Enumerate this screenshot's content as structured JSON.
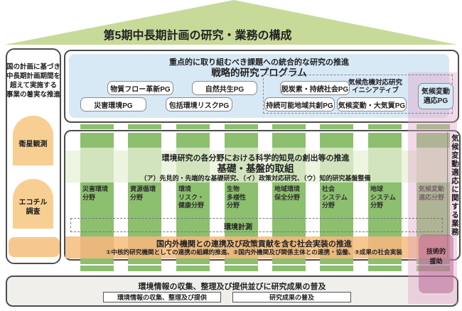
{
  "title": "第5期中長期計画の研究・業務の構成",
  "sidebar": {
    "heading": "国の計画に基づき\n中長期計画期間を\n超えて実施する\n事業の着実な推進",
    "items": [
      {
        "label": "衛星観測"
      },
      {
        "label": "エコチル\n調査"
      }
    ]
  },
  "strategic": {
    "heading1": "重点的に取り組むべき課題への統合的な研究の推進",
    "heading2": "戦略的研究プログラム",
    "programs": [
      {
        "label": "物質フロー革新PG"
      },
      {
        "label": "自然共生PG"
      },
      {
        "label": "災害環境PG"
      },
      {
        "label": "包括環境リスクPG"
      },
      {
        "label": "脱炭素・持続社会PG"
      },
      {
        "label": "持続可能地域共創PG"
      },
      {
        "label": "気候変動・大気質PG"
      }
    ],
    "initiative_label": "気候危機対応研究\nイニシアティブ",
    "climate_adaptation_pg": "気候変動\n適応PG"
  },
  "middle": {
    "heading1": "環境研究の各分野における科学的知見の創出等の推進",
    "heading2": "基礎・基盤的取組",
    "heading3": "（ア）先見的・先端的な基礎研究、（イ）政策対応研究、（ウ）知的研究基盤整備",
    "measurement_label": "環境計測"
  },
  "pillars": [
    {
      "label": "災害環境\n分野"
    },
    {
      "label": "資源循環\n分野"
    },
    {
      "label": "環境\nリスク・\n健康分野"
    },
    {
      "label": "生物\n多様性\n分野"
    },
    {
      "label": "地域環境\n保全分野"
    },
    {
      "label": "社会\nシステム\n分野"
    },
    {
      "label": "地球\nシステム\n分野"
    },
    {
      "label": "気候変動\n適応分野"
    }
  ],
  "collaboration_band": {
    "heading": "国内外機関との連携及び政策貢献を含む社会実装の推進",
    "sub": "①中核的研究機関としての連携の組織的推進、②国内外機関及び関係主体との連携・協働、③成果の社会実装"
  },
  "climate_band": {
    "vertical_label": "気候変動適応に関する業務",
    "tech_support": "技術的\n援助"
  },
  "bottom": {
    "heading": "環境情報の収集、整理及び提供並びに研究成果の普及",
    "boxes": [
      {
        "label": "環境情報の収集、整理及び提供"
      },
      {
        "label": "研究成果の普及"
      }
    ]
  },
  "colors": {
    "roof_green": "#c8da99",
    "pillar_green": "#8cbf6e",
    "pillar_light_green": "#d2e4bd",
    "band_light_green": "#edf4e0",
    "strategic_blue": "#d8e9f6",
    "collaboration_orange": "#f6c78e",
    "arch_orange": "#f8cf92",
    "climate_pink": "#e0a4c9",
    "tech_pink": "#b45f91",
    "bottom_gray": "#f1efec",
    "border_dark": "#4d4d4d"
  }
}
